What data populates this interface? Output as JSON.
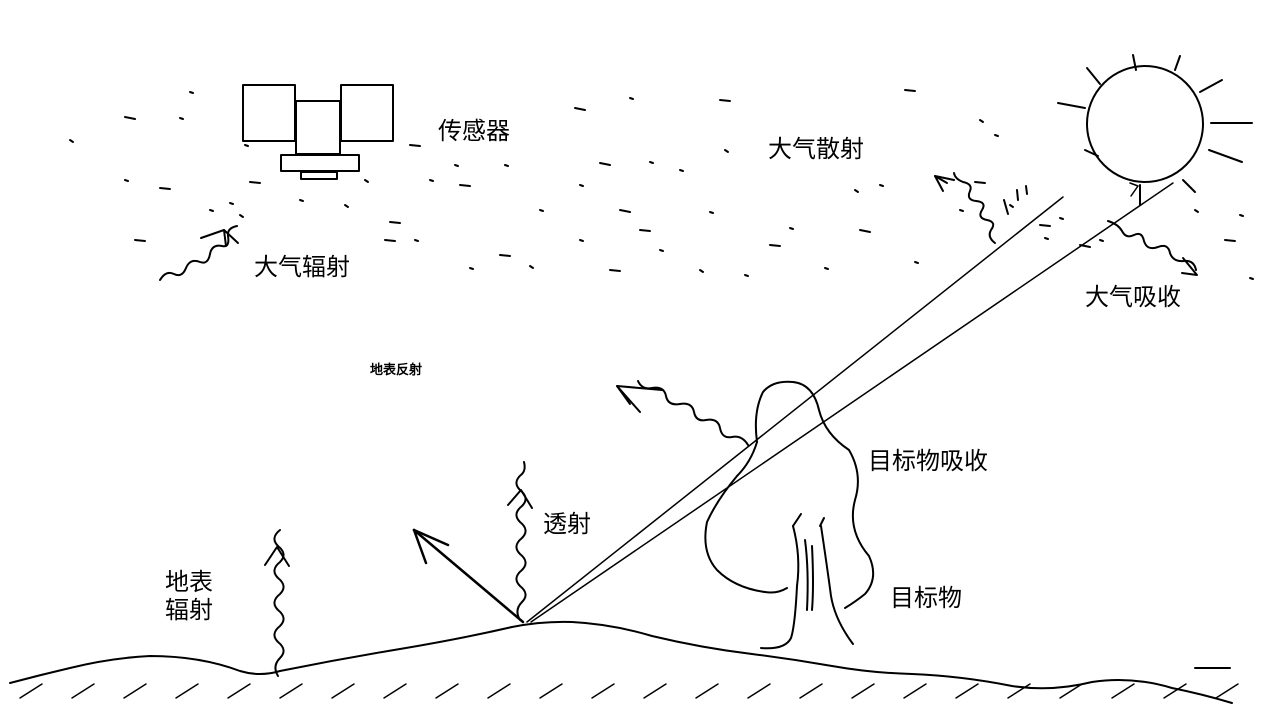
{
  "labels": {
    "sensor": "传感器",
    "atmospheric_scattering": "大气散射",
    "atmospheric_radiation": "大气辐射",
    "atmospheric_absorption": "大气吸收",
    "surface_reflection": "地表反射",
    "target_absorption": "目标物吸收",
    "transmission": "透射",
    "surface_radiation_line1": "地表",
    "surface_radiation_line2": "辐射",
    "target": "目标物"
  },
  "colors": {
    "ink": "#000000",
    "background": "#ffffff"
  }
}
